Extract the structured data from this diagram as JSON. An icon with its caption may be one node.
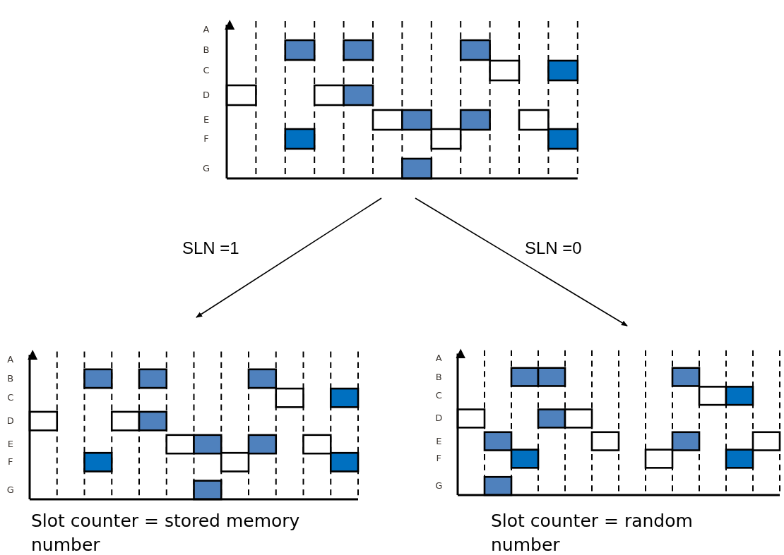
{
  "diagram": {
    "nodes": [
      {
        "text": [],
        "shape": "chart"
      },
      {
        "text": [],
        "shape": "chart",
        "beside": [
          "Slot counter = stored memory number"
        ]
      },
      {
        "text": [],
        "shape": "chart",
        "beside": [
          "Slot counter = random number"
        ]
      }
    ],
    "edges": [
      {
        "from": 0,
        "to": 1,
        "arrow": "to",
        "label": "SLN =1"
      },
      {
        "from": 0,
        "to": 2,
        "arrow": "to",
        "label": "SLN =0"
      }
    ],
    "labels": [
      "A",
      "B",
      "C",
      "D",
      "E",
      "F",
      "G",
      "A",
      "B",
      "C",
      "D",
      "E",
      "F",
      "G",
      "A",
      "B",
      "C",
      "D",
      "E",
      "F",
      "G"
    ]
  }
}
